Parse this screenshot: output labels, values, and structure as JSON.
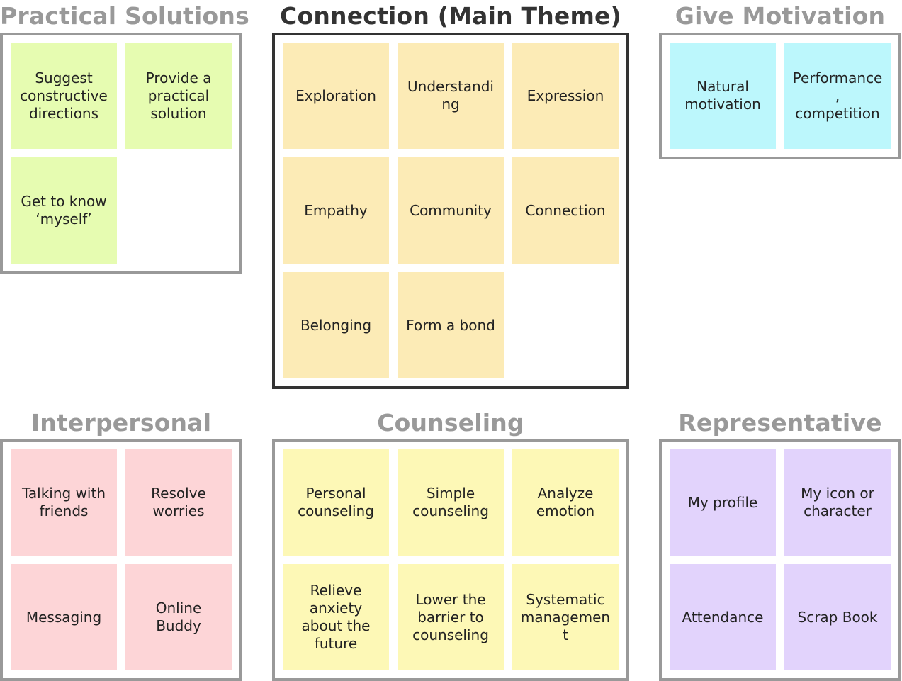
{
  "groups": [
    {
      "id": "practical-solutions",
      "title": "Practical Solutions",
      "title_color": "#999999",
      "note_color": "#e6fcb1",
      "columns": 2,
      "notes": [
        "Suggest constructive directions",
        "Provide a practical solution",
        "Get to know ‘myself’"
      ]
    },
    {
      "id": "connection-main-theme",
      "title": "Connection (Main Theme)",
      "title_color": "#333333",
      "note_color": "#fcebb6",
      "columns": 3,
      "notes": [
        "Exploration",
        "Understanding",
        "Expression",
        "Empathy",
        "Community",
        "Connection",
        "Belonging",
        "Form a bond"
      ]
    },
    {
      "id": "give-motivation",
      "title": "Give Motivation",
      "title_color": "#999999",
      "note_color": "#bcf7fc",
      "columns": 2,
      "notes": [
        "Natural motivation",
        "Performance, competition"
      ]
    },
    {
      "id": "interpersonal",
      "title": "Interpersonal",
      "title_color": "#999999",
      "note_color": "#fdd5d7",
      "columns": 2,
      "notes": [
        "Talking with friends",
        "Resolve worries",
        "Messaging",
        "Online Buddy"
      ]
    },
    {
      "id": "counseling",
      "title": "Counseling",
      "title_color": "#999999",
      "note_color": "#fdf8b6",
      "columns": 3,
      "notes": [
        "Personal counseling",
        "Simple counseling",
        "Analyze emotion",
        "Relieve anxiety about the future",
        "Lower the barrier to counseling",
        "Systematic management"
      ]
    },
    {
      "id": "representative",
      "title": "Representative",
      "title_color": "#999999",
      "note_color": "#e2d3fc",
      "columns": 2,
      "notes": [
        "My profile",
        "My icon or character",
        "Attendance",
        "Scrap Book"
      ]
    }
  ]
}
